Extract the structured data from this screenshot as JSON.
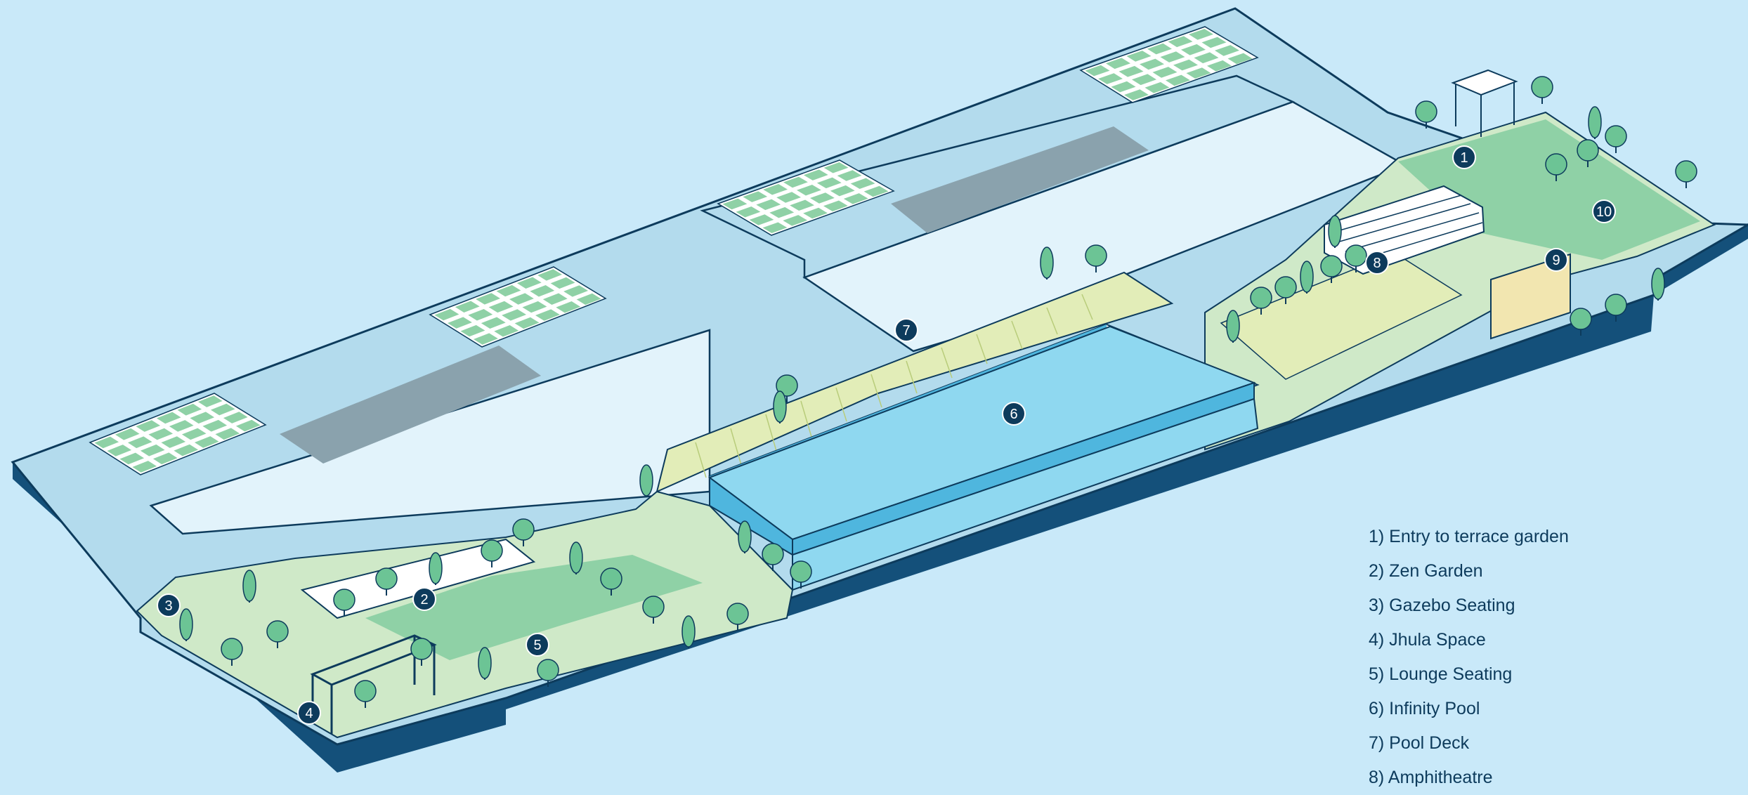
{
  "colors": {
    "background": "#c9e9f9",
    "roof": "#b3dbed",
    "roof_inner": "#e2f3fb",
    "outline": "#0d3b5c",
    "slab_edge": "#14507a",
    "solar_cell": "#8fd1a6",
    "vent": "#8aa2ad",
    "lawn": "#8fd1a6",
    "lawn_light": "#cfe9c8",
    "tree": "#6cc495",
    "deck": "#e2edb8",
    "pool": "#8fd8f0",
    "pool_dark": "#4fb6de",
    "amphitheatre": "#ffffff",
    "screen": "#f2e6b0"
  },
  "markers": [
    {
      "id": "1",
      "label": "1"
    },
    {
      "id": "2",
      "label": "2"
    },
    {
      "id": "3",
      "label": "3"
    },
    {
      "id": "4",
      "label": "4"
    },
    {
      "id": "5",
      "label": "5"
    },
    {
      "id": "6",
      "label": "6"
    },
    {
      "id": "7",
      "label": "7"
    },
    {
      "id": "8",
      "label": "8"
    },
    {
      "id": "9",
      "label": "9"
    },
    {
      "id": "10",
      "label": "10"
    }
  ],
  "legend": {
    "items": [
      "1) Entry to terrace garden",
      "2) Zen Garden",
      "3) Gazebo Seating",
      "4) Jhula Space",
      "5) Lounge Seating",
      "6) Infinity Pool",
      "7) Pool Deck",
      "8) Amphitheatre"
    ]
  },
  "icons": [
    "solar-panel-icon",
    "tree-icon",
    "umbrella-icon",
    "gazebo-icon",
    "swing-icon",
    "person-icon",
    "lounge-chair-icon"
  ]
}
